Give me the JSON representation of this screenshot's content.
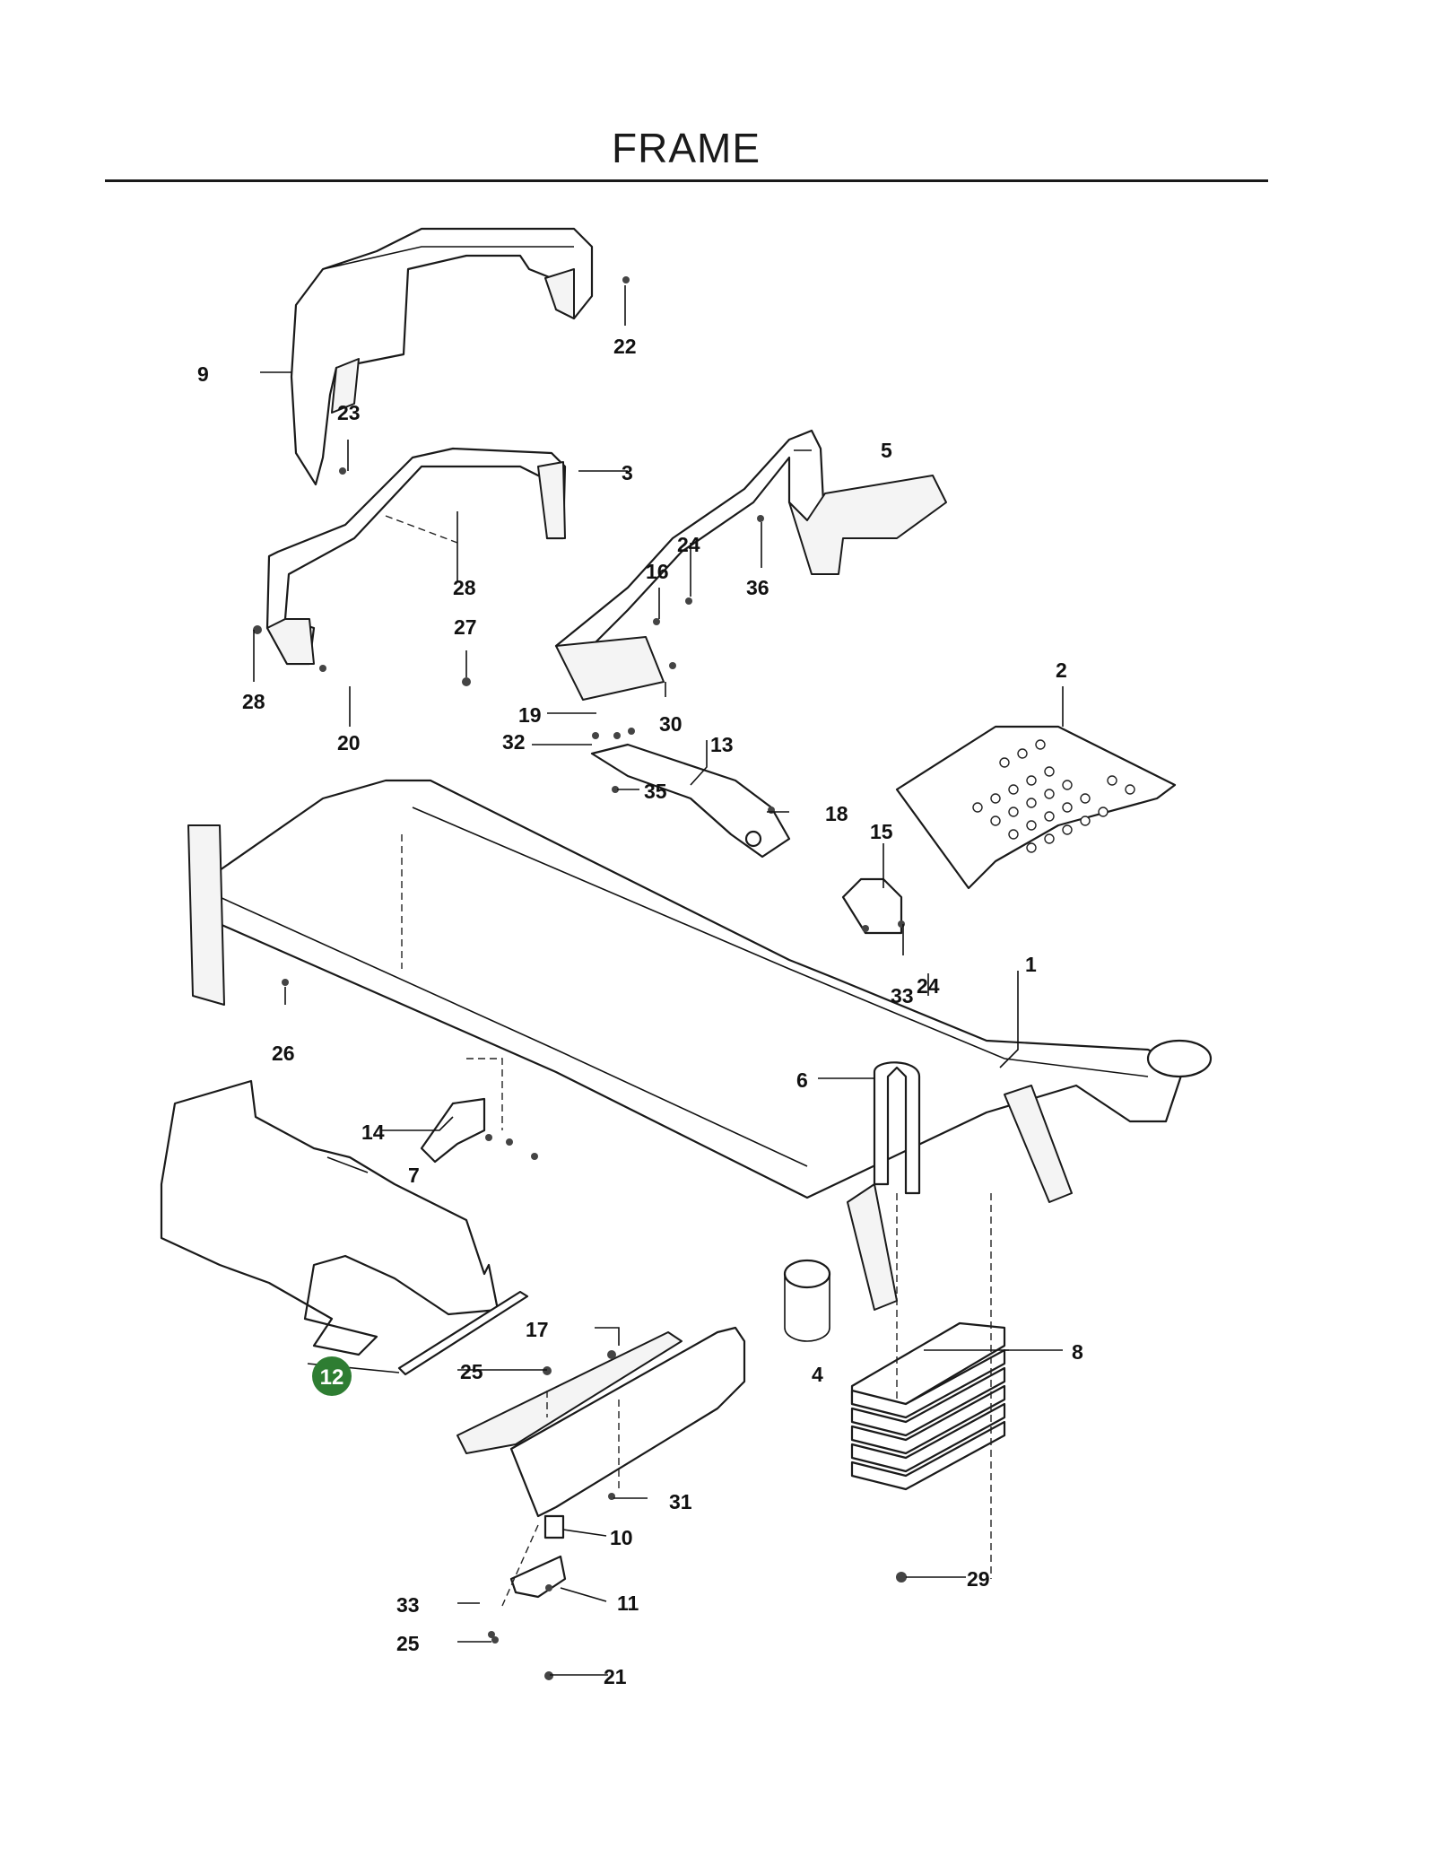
{
  "title": "FRAME",
  "highlight_color": "#2e7d32",
  "callouts": [
    "1",
    "2",
    "3",
    "4",
    "5",
    "6",
    "7",
    "8",
    "9",
    "10",
    "11",
    "12",
    "13",
    "14",
    "15",
    "16",
    "17",
    "18",
    "19",
    "20",
    "21",
    "22",
    "23",
    "24",
    "24",
    "25",
    "25",
    "26",
    "27",
    "28",
    "28",
    "29",
    "30",
    "31",
    "32",
    "33",
    "33",
    "35",
    "36"
  ]
}
